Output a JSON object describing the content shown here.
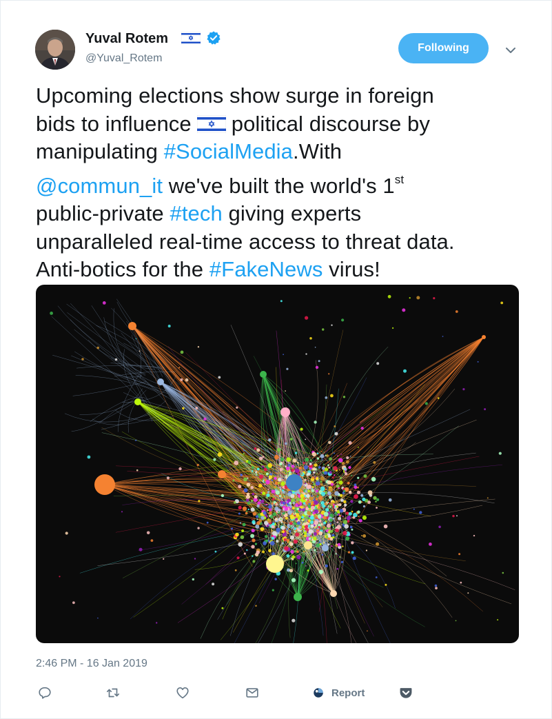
{
  "author": {
    "name": "Yuval Rotem",
    "handle": "@Yuval_Rotem",
    "verified_icon": "verified-badge-icon",
    "flag_icon": "israel-flag-icon"
  },
  "follow_button": {
    "label": "Following",
    "color": "#4ab3f4"
  },
  "menu": {
    "icon": "chevron-down-icon"
  },
  "tweet": {
    "line1": "Upcoming elections show surge in foreign",
    "line2_pre": "bids to influence",
    "line2_post": "political discourse by",
    "line3_pre": "manipulating ",
    "hashtag_social": "#SocialMedia",
    "line3_post": ".With",
    "mention": "@commun_it",
    "line4_post": " we've built the world's 1",
    "superscript": "st",
    "line5_pre": "public-private ",
    "hashtag_tech": "#tech",
    "line5_post": " giving experts",
    "line6": "unparalleled real-time access to threat data.",
    "line7_pre": "Anti-botics for the ",
    "hashtag_fake": "#FakeNews",
    "line7_post": " virus!",
    "link_color": "#1da1f2"
  },
  "media": {
    "icon": "network-graph-image"
  },
  "timestamp": "2:46 PM - 16 Jan 2019",
  "actions": {
    "reply_icon": "reply-icon",
    "retweet_icon": "retweet-icon",
    "like_icon": "heart-icon",
    "dm_icon": "envelope-icon",
    "report_icon": "report-icon",
    "report_label": "Report",
    "pocket_icon": "pocket-icon"
  }
}
